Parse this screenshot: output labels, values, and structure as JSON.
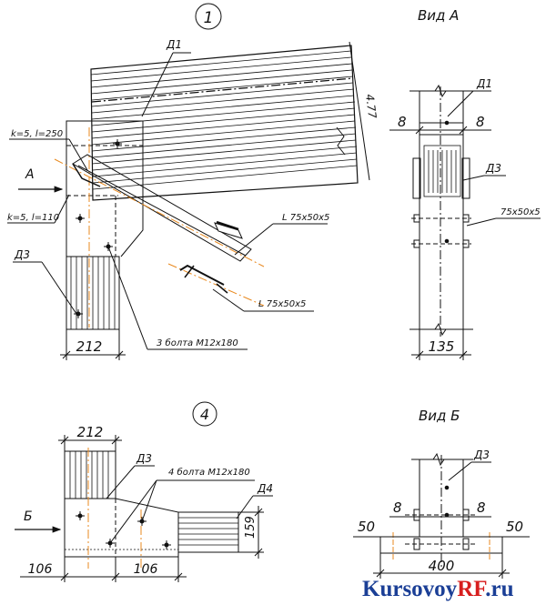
{
  "detail1": {
    "number": "1",
    "labels": {
      "d1": "Д1",
      "d3": "Д3",
      "weld_top": "k=5, l=250",
      "weld_bottom": "k=5, l=110",
      "view_arrow": "A",
      "angle_1": "L 75x50x5",
      "angle_2": "L 75x50x5",
      "bolts": "3 болта М12x180",
      "slope": "4.77"
    },
    "dims": {
      "width": "212"
    }
  },
  "viewA": {
    "title": "Вид А",
    "labels": {
      "d1": "Д1",
      "d3": "Д3",
      "angle": "75x50x5"
    },
    "dims": {
      "left": "8",
      "right": "8",
      "width": "135"
    }
  },
  "detail4": {
    "number": "4",
    "labels": {
      "d3": "Д3",
      "d4": "Д4",
      "bolts": "4 болта М12x180",
      "view_arrow": "Б"
    },
    "dims": {
      "top": "212",
      "height": "159",
      "left": "106",
      "right": "106"
    }
  },
  "viewB": {
    "title": "Вид Б",
    "labels": {
      "d3": "Д3"
    },
    "dims": {
      "left": "8",
      "right": "8",
      "outer_left": "50",
      "outer_right": "50",
      "width": "400"
    }
  },
  "watermark": {
    "text_1": "Kursovoy",
    "text_2": "RF",
    "text_3": ".ru",
    "colors": {
      "blue": "#1b3f96",
      "red": "#d71e1e"
    }
  }
}
